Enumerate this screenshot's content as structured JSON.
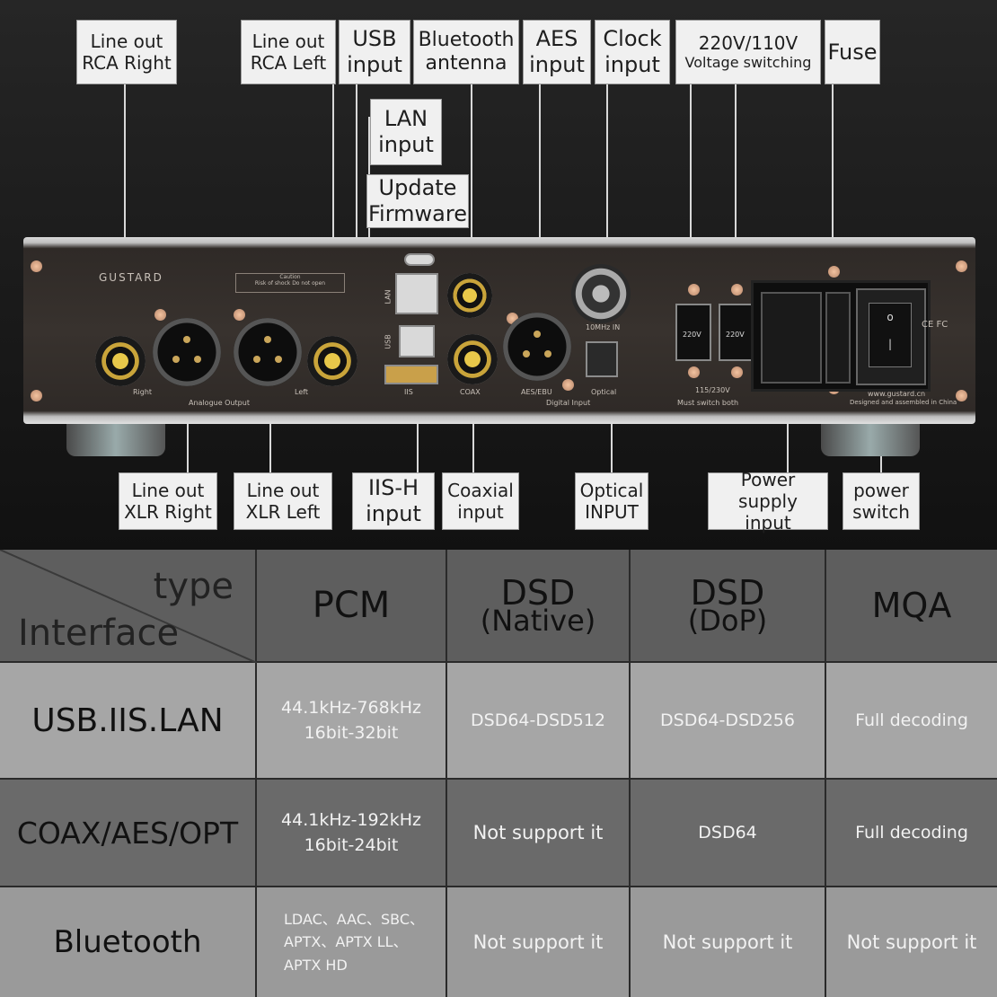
{
  "callouts": {
    "line_out_rca_right": "Line out\nRCA Right",
    "line_out_rca_left": "Line out\nRCA Left",
    "usb_input": "USB\ninput",
    "bluetooth_antenna": "Bluetooth\nantenna",
    "aes_input": "AES\ninput",
    "clock_input": "Clock\ninput",
    "voltage_switching_line1": "220V/110V",
    "voltage_switching_line2": "Voltage switching",
    "fuse": "Fuse",
    "lan_input": "LAN\ninput",
    "update_firmware": "Update\nFirmware",
    "line_out_xlr_right": "Line out\nXLR Right",
    "line_out_xlr_left": "Line out\nXLR Left",
    "iis_h_input": "IIS-H\ninput",
    "coaxial_input": "Coaxial\ninput",
    "optical_input": "Optical\nINPUT",
    "power_supply_input": "Power supply\ninput",
    "power_switch": "power\nswitch"
  },
  "device": {
    "brand": "GUSTARD",
    "caution": "Caution",
    "caution_sub": "Risk of shock Do not open",
    "label_right": "Right",
    "label_left": "Left",
    "label_analogue": "Analogue Output",
    "label_lan": "LAN",
    "label_usb": "USB",
    "label_iis": "IIS",
    "label_coax": "COAX",
    "label_aes": "AES/EBU",
    "label_optical": "Optical",
    "label_digital": "Digital Input",
    "label_clock": "10MHz IN",
    "label_220v_a": "220V",
    "label_220v_b": "220V",
    "label_voltage": "115/230V",
    "label_must_switch": "Must switch both",
    "label_website": "www.gustard.cn",
    "label_designed": "Designed and assembled in China",
    "label_cert": "CE FC"
  },
  "table": {
    "header_type": "type",
    "header_interface": "Interface",
    "columns": [
      "PCM",
      "DSD",
      "DSD",
      "MQA"
    ],
    "column_subs": [
      "",
      "(Native)",
      "(DoP)",
      ""
    ],
    "rows": [
      {
        "interface": "USB.IIS.LAN",
        "pcm": "44.1kHz-768kHz\n16bit-32bit",
        "dsd_native": "DSD64-DSD512",
        "dsd_dop": "DSD64-DSD256",
        "mqa": "Full decoding"
      },
      {
        "interface": "COAX/AES/OPT",
        "pcm": "44.1kHz-192kHz\n16bit-24bit",
        "dsd_native": "Not support it",
        "dsd_dop": "DSD64",
        "mqa": "Full decoding"
      },
      {
        "interface": "Bluetooth",
        "pcm": "LDAC、AAC、SBC、\nAPTX、APTX LL、\nAPTX HD",
        "dsd_native": "Not support it",
        "dsd_dop": "Not support it",
        "mqa": "Not support it"
      }
    ]
  },
  "colors": {
    "header_bg": "#5e5e5e",
    "row1_bg": "#a6a6a6",
    "row2_bg": "#6a6a6a",
    "row3_bg": "#9a9a9a"
  }
}
